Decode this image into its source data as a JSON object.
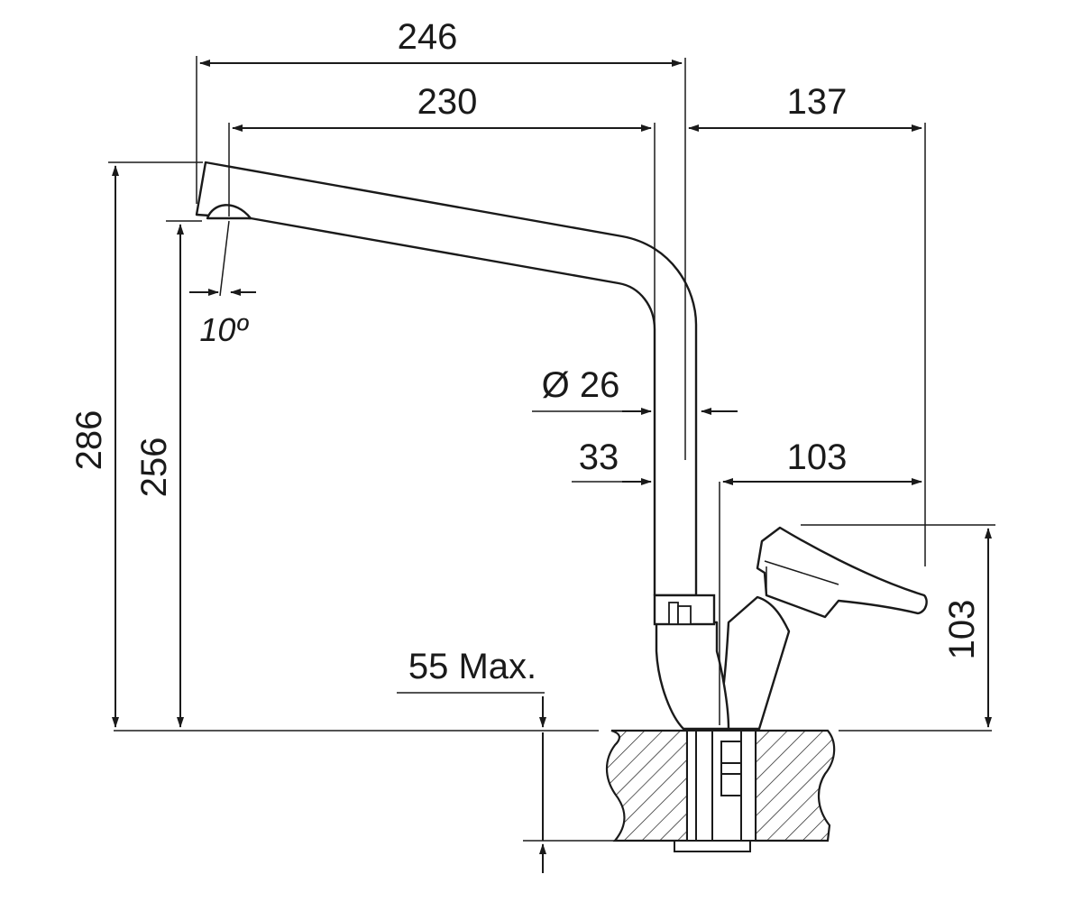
{
  "dimensions": {
    "overall_reach": "246",
    "spout_reach": "230",
    "handle_reach": "137",
    "total_height": "286",
    "spout_height": "256",
    "spout_angle": "10º",
    "pipe_diameter": "Ø 26",
    "body_width": "33",
    "handle_offset": "103",
    "handle_height": "103",
    "countertop_thickness": "55 Max."
  },
  "colors": {
    "line": "#1a1a1a",
    "background": "#ffffff"
  }
}
